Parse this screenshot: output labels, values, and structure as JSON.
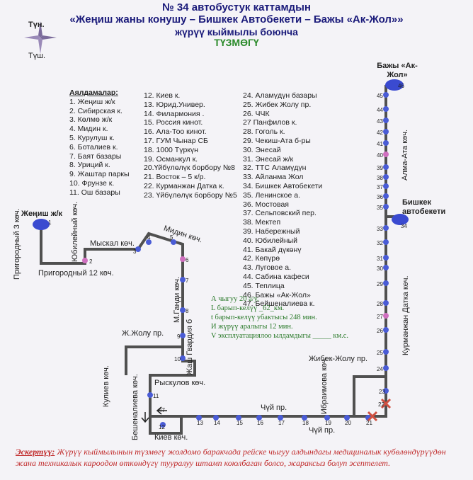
{
  "title": {
    "line1": "№ 34  автобустук каттамдын",
    "line2": "«Жеңиш жаны конушу – Бишкек Автобекети – Бажы «Ак-Жол»»",
    "line3": "жүрүү кыймылы боюнча",
    "line4": "ТҮЗМӨГҮ"
  },
  "compass": {
    "north": "Түн.",
    "south": "Түш."
  },
  "stops_header": "Аялдамалар:",
  "stops_col1": [
    "1. Жеңиш ж/к",
    "2. Сибирская к.",
    "3. Көлмө ж/к",
    "4. Мидин к.",
    "5. Курулуш к.",
    "6. Боталиев к.",
    "7. Баят базары",
    "8. Уриций к.",
    "9. Жаштар паркы",
    "10. Фрунзе к.",
    "11. Ош базары"
  ],
  "stops_col2": [
    "12. Киев к.",
    "13. Юрид.Универ.",
    "14. Филармония .",
    "15. Россия кинот.",
    "16. Ала-Тоо кинот.",
    "17. ГУМ Чынар СБ",
    "18. 1000 Түркүн",
    "19. Османкул к.",
    "20.Үйбүлөлүк борбору №8",
    "21. Восток – 5 к/р.",
    "22. Курманжан Датка к.",
    "23. Үйбүлөлүк борбору №5"
  ],
  "stops_col3": [
    "24. Аламүдүн базары",
    "25. Жибек Жолу пр.",
    "26. ЧЧК",
    "27 Панфилов к.",
    "28. Гоголь к.",
    "29. Чекиш-Ата б-ры",
    "30. Энесай",
    "31. Энесай ж/к",
    "32. ТТС Аламүдүн",
    "33. Айланма Жол",
    "34. Бишкек Автобекети",
    "35. Ленинское а.",
    "36. Мостовая",
    "37. Сельповский пер.",
    "38. Мектеп",
    "39. Набережный",
    "40. Юбилейный",
    "41. Бакай дүкөнү",
    "42. Көпүрө",
    "43. Луговое а.",
    "44. Сабина кафеси",
    "45. Теплица",
    "46. Бажы «Ак-Жол»",
    "47. Бейшеналиева к."
  ],
  "info": {
    "line1": "А чыгуу 20 а/у.",
    "line2": "L барып-келүү _62_км.",
    "line3": "t барып-келүү убактысы 248 мин.",
    "line4": "И жүрүү аралыгы  12  мин.",
    "line5": "V эксплуатациялоо ылдамдыгы _____ км.с."
  },
  "streets": {
    "zhenish": "Жеңиш ж/к",
    "prigorodny3": "Пригородный 3 көч.",
    "yubileiny": "Юбилейный көч.",
    "myskal": "Мыскал көч.",
    "midin": "Мидин көч.",
    "prigorodny12": "Пригородный 12 көч.",
    "gandi": "М.Ганди көч.",
    "gvardia": "Жаш Гвардия б",
    "zhzholu": "Ж.Жолу пр.",
    "kuliev": "Кулиев көч.",
    "ryskulov": "Рыскулов көч.",
    "beishenalieva": "Бешеналиева көч.",
    "kiev": "Киев көч.",
    "chuy1": "Чүй пр.",
    "chuy2": "Чүй пр.",
    "ibraimova": "Ибраимова көч.",
    "zhibek": "Жибек-Жолу пр.",
    "kurmanjan": "Курманжан Датка көч.",
    "almaata": "Алма-Ата көч.",
    "bishkek_av": "Бишкек автобекети",
    "bazhy": "Бажы «Ак-Жол»"
  },
  "note": {
    "label": "Эскертүү:",
    "text": " Жүрүү кыймылынын түзмөгү жолдомо баракчада рейске чыгуу алдындагы медициналык кубөлөндүрүүдөн жана техникалык кароодон өткөндүгү тууралуу штамп коюлбаган болсо, жараксыз болуп эсептелет."
  },
  "stop_numbers": [
    "1",
    "2",
    "3",
    "4",
    "5",
    "6",
    "7",
    "8",
    "9",
    "10",
    "11",
    "12",
    "13",
    "14",
    "15",
    "16",
    "17",
    "18",
    "19",
    "20",
    "21",
    "22",
    "23",
    "24",
    "25",
    "26",
    "27",
    "28",
    "29",
    "30",
    "31",
    "32",
    "33",
    "34",
    "35",
    "36",
    "37",
    "38",
    "39",
    "40",
    "41",
    "42",
    "43",
    "44",
    "45",
    "46",
    "47"
  ],
  "colors": {
    "route": "#505050",
    "stop": "#4a5cd6",
    "terminal": "#3a4ad0",
    "accent_stop": "#d070c0",
    "cross": "#d05040"
  }
}
